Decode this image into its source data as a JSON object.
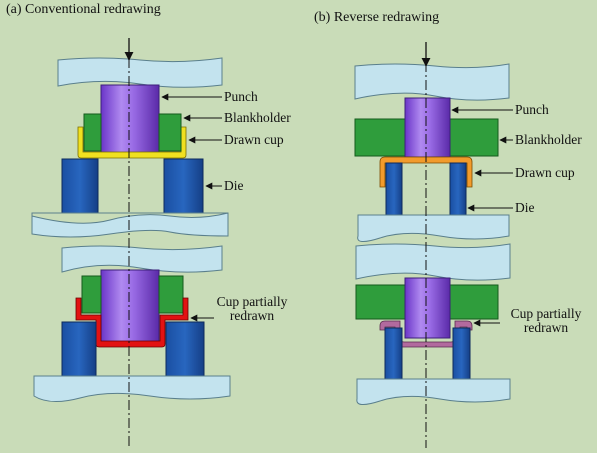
{
  "panels": {
    "a": {
      "title": "(a)  Conventional redrawing",
      "labels": {
        "punch": "Punch",
        "blankholder": "Blankholder",
        "drawn_cup": "Drawn cup",
        "die": "Die",
        "cup_partially_line1": "Cup partially",
        "cup_partially_line2": "redrawn"
      }
    },
    "b": {
      "title": "(b) Reverse redrawing",
      "labels": {
        "punch": "Punch",
        "blankholder": "Blankholder",
        "drawn_cup": "Drawn cup",
        "die": "Die",
        "cup_partially_line1": "Cup partially",
        "cup_partially_line2": "redrawn"
      }
    }
  },
  "colors": {
    "background": "#c9dcb8",
    "platen": "#c3e3ee",
    "punch": "#8f5ce0",
    "blankholder": "#2f9d3c",
    "die": "#1a4fa2",
    "drawn_cup_a": "#f0e020",
    "drawn_cup_b": "#f29b2c",
    "redrawn_cup_a": "#e21212",
    "redrawn_cup_b": "#b26a9e"
  }
}
